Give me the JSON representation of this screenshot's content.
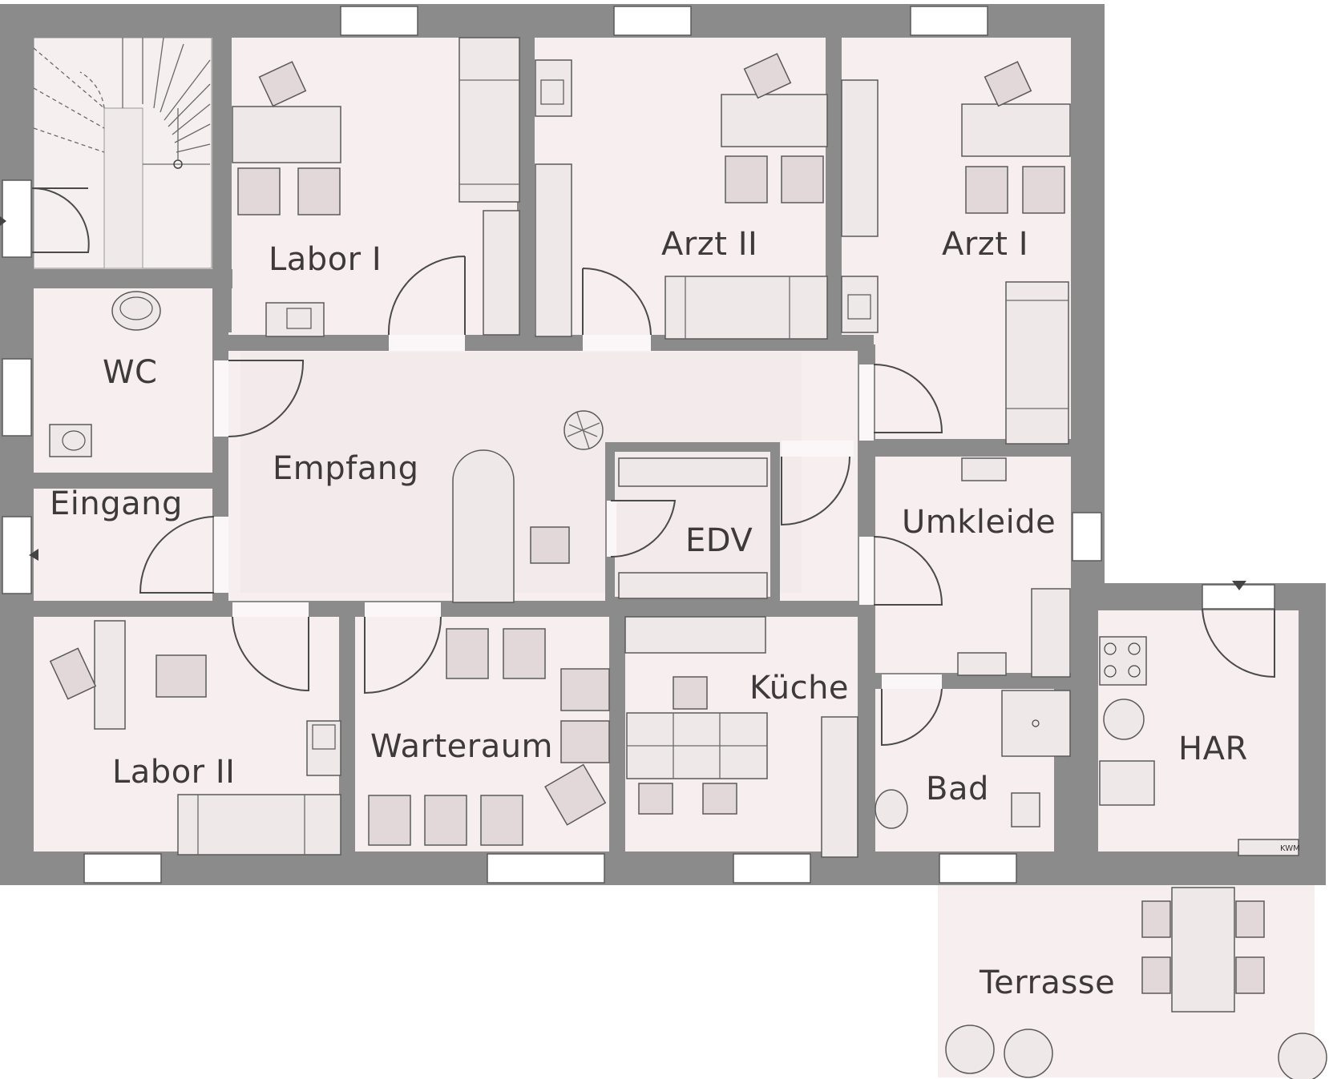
{
  "plan": {
    "rooms": [
      {
        "id": "labor-1",
        "label": "Labor I"
      },
      {
        "id": "arzt-2",
        "label": "Arzt II"
      },
      {
        "id": "arzt-1",
        "label": "Arzt I"
      },
      {
        "id": "wc",
        "label": "WC"
      },
      {
        "id": "empfang",
        "label": "Empfang"
      },
      {
        "id": "eingang",
        "label": "Eingang"
      },
      {
        "id": "edv",
        "label": "EDV"
      },
      {
        "id": "umkleide",
        "label": "Umkleide"
      },
      {
        "id": "kueche",
        "label": "Küche"
      },
      {
        "id": "bad",
        "label": "Bad"
      },
      {
        "id": "har",
        "label": "HAR"
      },
      {
        "id": "labor-2",
        "label": "Labor II"
      },
      {
        "id": "warteraum",
        "label": "Warteraum"
      },
      {
        "id": "terrasse",
        "label": "Terrasse"
      }
    ],
    "boiler_label": "KWM",
    "colors": {
      "wall": "#8b8b8b",
      "floor": "#f6eeef",
      "label": "#3e3a3c",
      "furniture": "#e3d8d9"
    }
  }
}
